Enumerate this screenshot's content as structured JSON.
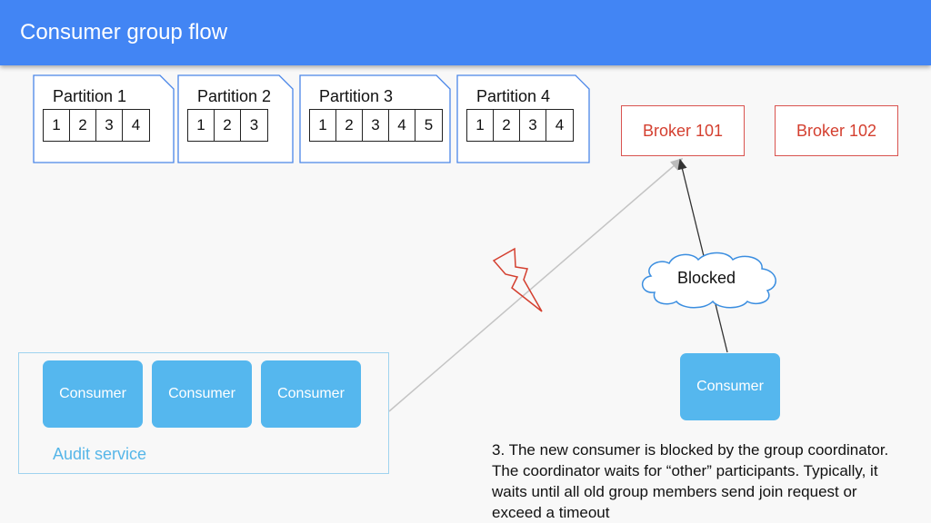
{
  "header": {
    "title": "Consumer group flow"
  },
  "partitions": [
    {
      "label": "Partition 1",
      "cells": [
        "1",
        "2",
        "3",
        "4"
      ]
    },
    {
      "label": "Partition 2",
      "cells": [
        "1",
        "2",
        "3"
      ]
    },
    {
      "label": "Partition 3",
      "cells": [
        "1",
        "2",
        "3",
        "4",
        "5"
      ]
    },
    {
      "label": "Partition 4",
      "cells": [
        "1",
        "2",
        "3",
        "4"
      ]
    }
  ],
  "brokers": [
    {
      "label": "Broker 101"
    },
    {
      "label": "Broker 102"
    }
  ],
  "audit_service": {
    "label": "Audit service",
    "consumers": [
      "Consumer",
      "Consumer",
      "Consumer"
    ]
  },
  "new_consumer": {
    "label": "Consumer"
  },
  "blocked": {
    "label": "Blocked"
  },
  "caption": "3. The new consumer is blocked by the group coordinator. The coordinator waits for “other” participants. Typically, it waits until all old group members send join request or exceed a timeout",
  "colors": {
    "header": "#4285f4",
    "consumer": "#55b7ee",
    "broker_border": "#d9534f",
    "partition_border": "#4a86e8"
  }
}
